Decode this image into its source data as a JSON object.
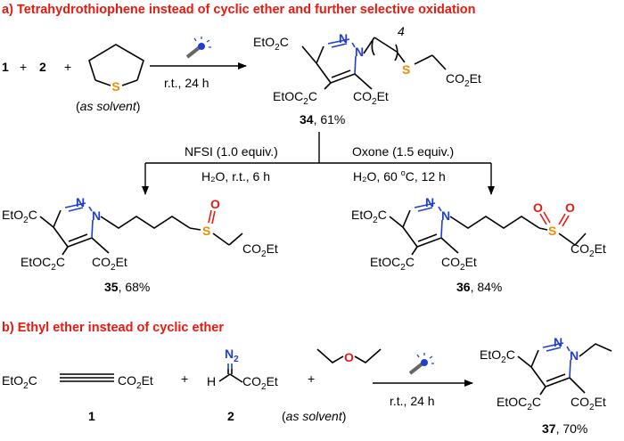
{
  "section_a": {
    "title": "a) Tetrahydrothiophene instead of cyclic ether and further selective oxidation",
    "reactant_1": "1",
    "plus_1": "+",
    "reactant_2": "2",
    "plus_2": "+",
    "solvent_note_prefix": "(",
    "solvent_note_italic": "as solvent",
    "solvent_note_suffix": ")",
    "condition": "r.t., 24 h",
    "product_34_number": "34",
    "product_34_yield": ", 61%",
    "chain_count": "4",
    "oxidation_left_reagent": "NFSI (1.0 equiv.)",
    "oxidation_left_cond": "H₂O, r.t., 6 h",
    "oxidation_right_reagent": "Oxone (1.5 equiv.)",
    "oxidation_right_cond_a": "H₂O, 60 ",
    "oxidation_right_cond_deg": "o",
    "oxidation_right_cond_b": "C, 12 h",
    "product_35_number": "35",
    "product_35_yield": ", 68%",
    "product_36_number": "36",
    "product_36_yield": ", 84%"
  },
  "section_b": {
    "title": "b) Ethyl ether instead of cyclic ether",
    "plus": "+",
    "solvent_note_prefix": "(",
    "solvent_note_italic": "as solvent",
    "solvent_note_suffix": ")",
    "condition": "r.t., 24 h",
    "label_1": "1",
    "label_2": "2",
    "product_37_number": "37",
    "product_37_yield": ", 70%"
  },
  "labels": {
    "ester_e": "EtO",
    "ester_c": "C",
    "ester_o": "O",
    "sub2": "2",
    "co2et_a": "CO",
    "co2et_b": "Et",
    "atom_n": "N",
    "atom_s": "S",
    "atom_o": "O",
    "atom_h": "H"
  },
  "colors": {
    "header": "#e8190f",
    "nitrogen": "#1f3fd0",
    "sulfur": "#f08a00",
    "oxygen": "#e8190f"
  },
  "icons": [
    "blue-light-lamp-icon"
  ]
}
